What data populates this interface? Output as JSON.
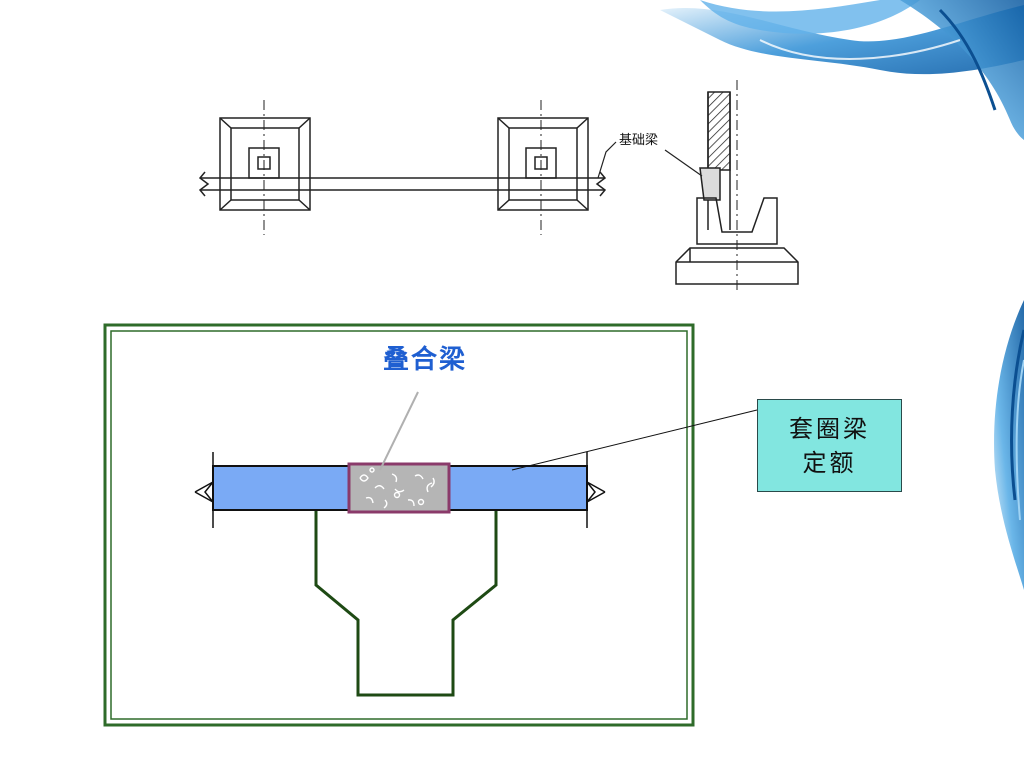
{
  "slide": {
    "top_diagram": {
      "label_foundation_beam": "基础梁"
    },
    "bottom_diagram": {
      "label_composite_beam": "叠合梁"
    },
    "callout": {
      "line1": "套圈梁",
      "line2": "定额"
    },
    "colors": {
      "beam_blue": "#7aaaf5",
      "column_outline": "#1e4a14",
      "composite_fill": "#b5b5b5",
      "composite_border": "#8a3a6a",
      "frame_green": "#2f6b2a",
      "callout_fill": "#82e6e0",
      "title_blue": "#1f5fd1",
      "decoration_blue": "#2e86cf"
    }
  }
}
